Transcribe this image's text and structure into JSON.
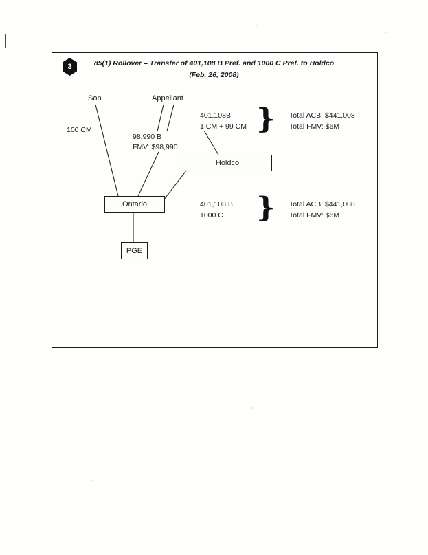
{
  "badge": {
    "number": "3"
  },
  "title": {
    "line1": "85(1) Rollover – Transfer of 401,108 B Pref. and 1000 C Pref. to Holdco",
    "line2": "(Feb. 26, 2008)"
  },
  "nodes": {
    "son": "Son",
    "appellant": "Appellant",
    "holdco": "Holdco",
    "ontario": "Ontario",
    "pge": "PGE"
  },
  "labels": {
    "son_shares": "100 CM",
    "appellant_shares_1": "98,990 B",
    "appellant_shares_2": "FMV: $98,990",
    "transfer_top_1": "401,108B",
    "transfer_top_2": "1 CM + 99 CM",
    "transfer_bottom_1": "401,108 B",
    "transfer_bottom_2": "1000 C"
  },
  "annotations": {
    "top_acb": "Total ACB: $441,008",
    "top_fmv": "Total FMV: $6M",
    "bottom_acb": "Total ACB: $441,008",
    "bottom_fmv": "Total FMV: $6M"
  },
  "icons": {
    "brace_glyph": "}"
  }
}
